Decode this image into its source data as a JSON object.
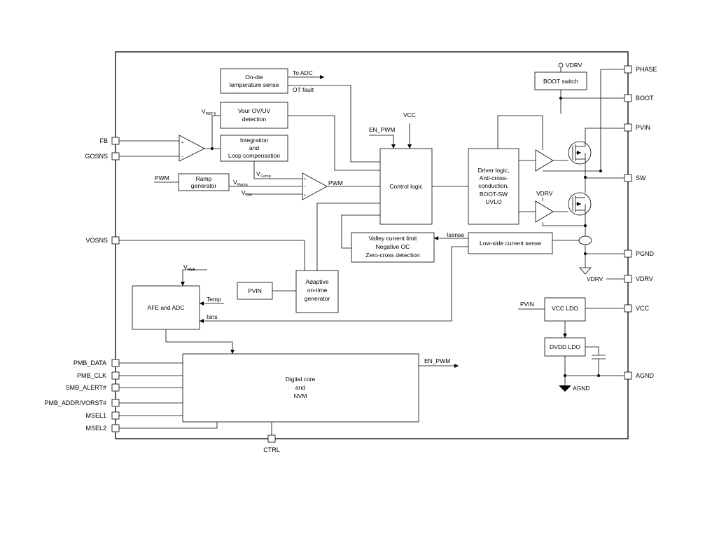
{
  "pins_left": {
    "fb": "FB",
    "gosns": "GOSNS",
    "vosns": "VOSNS",
    "pmb_data": "PMB_DATA",
    "pmb_clk": "PMB_CLK",
    "smb_alert": "SMB_ALERT#",
    "pmb_addr": "PMB_ADDR/VORST#",
    "msel1": "MSEL1",
    "msel2": "MSEL2"
  },
  "pins_right": {
    "phase": "PHASE",
    "boot": "BOOT",
    "pvin": "PVIN",
    "sw": "SW",
    "pgnd": "PGND",
    "vdrv": "VDRV",
    "vcc": "VCC",
    "agnd": "AGND"
  },
  "pin_bottom": {
    "ctrl": "CTRL"
  },
  "blocks": {
    "temp_sense": [
      "On-die",
      "temperature sense"
    ],
    "vout_ovuv": [
      "Vour OV/UV",
      "detection"
    ],
    "integration": [
      "Integration",
      "and",
      "Loop compensation"
    ],
    "ramp_gen": [
      "Ramp",
      "generator"
    ],
    "control_logic": "Control logic",
    "driver_logic": [
      "Driver logic,",
      "Anti-cross-",
      "conduction,",
      "BOOT-SW",
      "UVLO"
    ],
    "boot_switch": "BOOT switch",
    "valley": [
      "Valley current limit",
      "Negative OC",
      "Zero-cross detection"
    ],
    "lowside_sense": "Low-side current sense",
    "afe_adc": "AFE and ADC",
    "pvin_box": "PVIN",
    "adaptive": [
      "Adaptive",
      "on-time",
      "generator"
    ],
    "vcc_ldo": "VCC LDO",
    "dvdd_ldo": "DVDD LDO",
    "digital_core": [
      "Digital core",
      "and",
      "NVM"
    ]
  },
  "signals": {
    "to_adc": "To ADC",
    "ot_fault": "OT fault",
    "vcc": "VCC",
    "en_pwm_in": "EN_PWM",
    "vdrv_top": "VDRV",
    "vdrv_mid": "VDRV",
    "vdrv_pin_lbl": "VDRV",
    "pwm_in": "PWM",
    "pwm_out": "PWM",
    "v_main": "V",
    "v_ref_sub": "REF",
    "v_ramp_sub": "Ramp",
    "v_cm_sub": "CM",
    "v_comp_sub": "Comp",
    "isense": "Isense",
    "temp": "Temp",
    "isns": "Isns",
    "pvin_in": "PVIN",
    "agnd_lbl": "AGND",
    "en_pwm_out": "EN_PWM",
    "plus": "+",
    "minus": "−"
  }
}
